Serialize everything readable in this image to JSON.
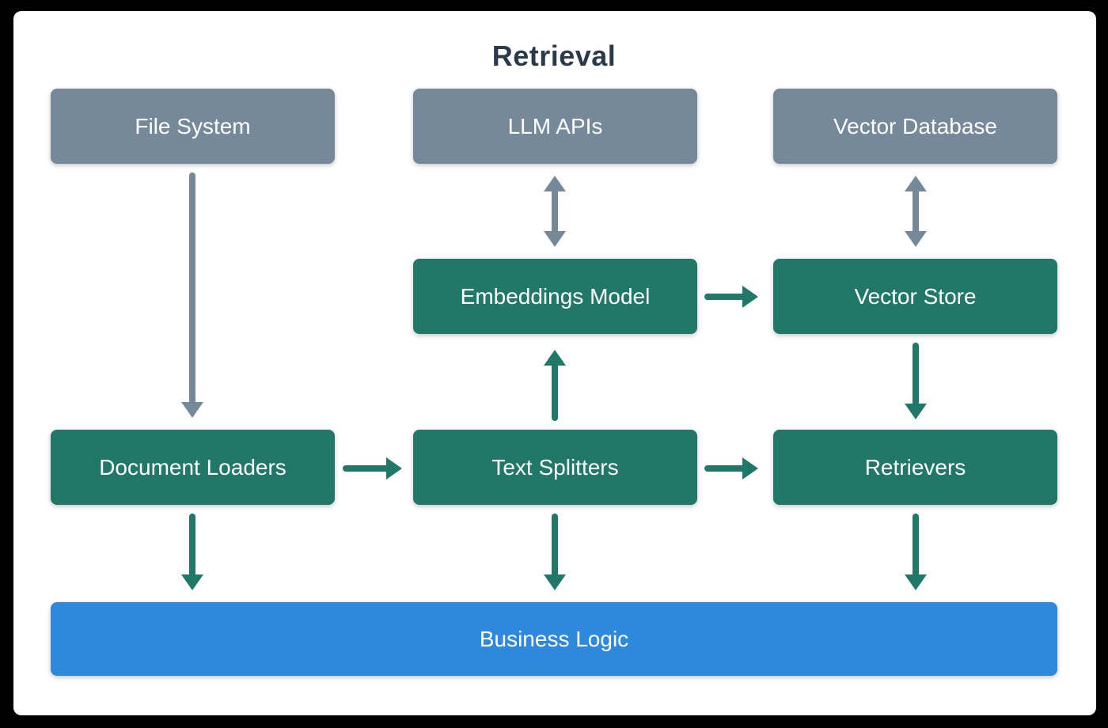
{
  "title": "Retrieval",
  "colors": {
    "background": "#000000",
    "card": "#FFFFFF",
    "title_text": "#2B3A4A",
    "node_text": "#FFFFFF",
    "gray": "#76899B",
    "green": "#217868",
    "blue": "#2E89DC"
  },
  "nodes": {
    "file_system": {
      "label": "File System",
      "type": "gray"
    },
    "llm_apis": {
      "label": "LLM APIs",
      "type": "gray"
    },
    "vector_database": {
      "label": "Vector Database",
      "type": "gray"
    },
    "embeddings_model": {
      "label": "Embeddings Model",
      "type": "green"
    },
    "vector_store": {
      "label": "Vector Store",
      "type": "green"
    },
    "document_loaders": {
      "label": "Document Loaders",
      "type": "green"
    },
    "text_splitters": {
      "label": "Text Splitters",
      "type": "green"
    },
    "retrievers": {
      "label": "Retrievers",
      "type": "green"
    },
    "business_logic": {
      "label": "Business Logic",
      "type": "blue"
    }
  },
  "edges": [
    {
      "from": "file_system",
      "to": "document_loaders",
      "color": "gray",
      "direction": "down"
    },
    {
      "from": "llm_apis",
      "to": "embeddings_model",
      "color": "gray",
      "direction": "bidirectional"
    },
    {
      "from": "vector_database",
      "to": "vector_store",
      "color": "gray",
      "direction": "bidirectional"
    },
    {
      "from": "embeddings_model",
      "to": "vector_store",
      "color": "green",
      "direction": "right"
    },
    {
      "from": "text_splitters",
      "to": "embeddings_model",
      "color": "green",
      "direction": "up"
    },
    {
      "from": "document_loaders",
      "to": "text_splitters",
      "color": "green",
      "direction": "right"
    },
    {
      "from": "text_splitters",
      "to": "retrievers",
      "color": "green",
      "direction": "right"
    },
    {
      "from": "vector_store",
      "to": "retrievers",
      "color": "green",
      "direction": "down"
    },
    {
      "from": "document_loaders",
      "to": "business_logic",
      "color": "green",
      "direction": "down"
    },
    {
      "from": "text_splitters",
      "to": "business_logic",
      "color": "green",
      "direction": "down"
    },
    {
      "from": "retrievers",
      "to": "business_logic",
      "color": "green",
      "direction": "down"
    }
  ]
}
